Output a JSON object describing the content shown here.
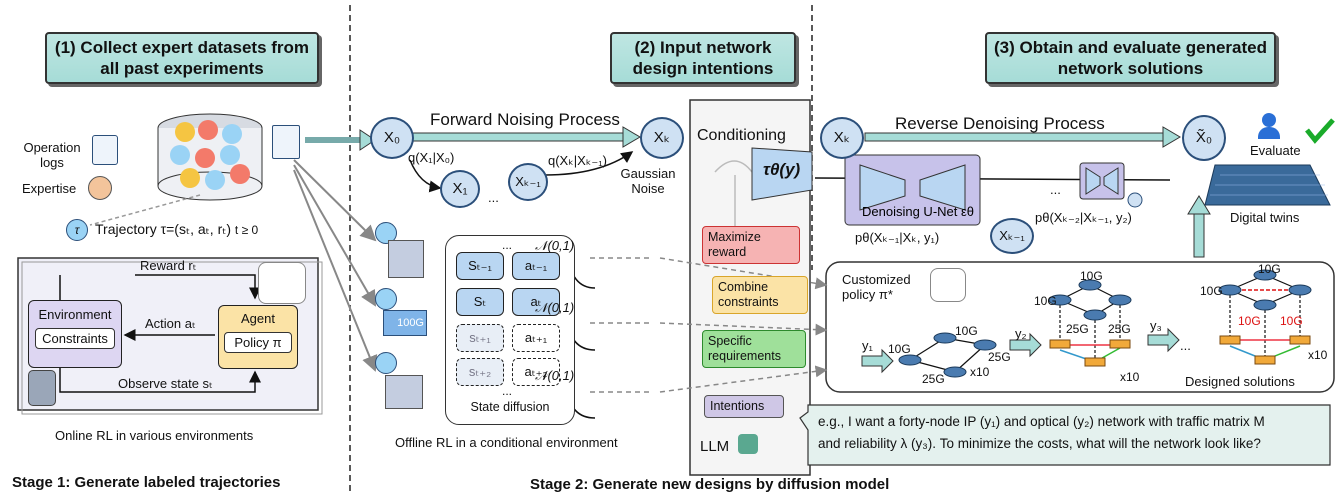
{
  "stage1": {
    "header": "(1) Collect expert datasets from all past experiments",
    "operation_logs": "Operation logs",
    "expertise": "Expertise",
    "trajectory": "Trajectory τ=(sₜ, aₜ, rₜ)",
    "trajectory_sub": "t ≥ 0",
    "reward": "Reward rₜ",
    "action": "Action aₜ",
    "observe": "Observe state sₜ",
    "environment": "Environment",
    "constraints": "Constraints",
    "agent": "Agent",
    "policy": "Policy π",
    "caption": "Online RL in various environments",
    "footer": "Stage 1:  Generate labeled trajectories"
  },
  "stage2": {
    "header": "(2) Input network design intentions",
    "forward": "Forward Noising Process",
    "x0": "X₀",
    "xk": "Xₖ",
    "x1": "X₁",
    "xk1": "Xₖ₋₁",
    "q1": "q(X₁|X₀)",
    "q2": "q(Xₖ|Xₖ₋₁)",
    "gaussian": "Gaussian Noise",
    "dots": "...",
    "normal": "𝒩(0,1)",
    "label_100g": "100G",
    "state_cells": [
      "Sₜ₋₁",
      "aₜ₋₁",
      "Sₜ",
      "aₜ",
      "sₜ₊₁",
      "aₜ₊₁",
      "sₜ₊₂",
      "aₜ₊₂"
    ],
    "state_diffusion": "State diffusion",
    "caption": "Offline RL in a conditional environment",
    "conditioning": "Conditioning",
    "tau_theta": "τθ(y)",
    "maximize": "Maximize reward",
    "combine": "Combine constraints",
    "specific": "Specific requirements",
    "intentions": "Intentions",
    "llm": "LLM",
    "footer": "Stage 2:  Generate new designs by diffusion model"
  },
  "stage3": {
    "header": "(3) Obtain and evaluate generated network solutions",
    "reverse": "Reverse Denoising Process",
    "xk": "Xₖ",
    "x0t": "X̃₀",
    "xk1": "Xₖ₋₁",
    "unet": "Denoising U-Net εθ",
    "p1": "pθ(Xₖ₋₁|Xₖ, y₁)",
    "p2": "pθ(Xₖ₋₂|Xₖ₋₁, y₂)",
    "evaluate": "Evaluate",
    "digital_twins": "Digital twins",
    "customized": "Customized policy π*",
    "y1": "y₁",
    "y2": "y₂",
    "y3": "y₃",
    "g10": "10G",
    "g25": "25G",
    "x10": "x10",
    "designed": "Designed solutions",
    "prompt_line1": "e.g., I want a forty-node IP (y₁) and optical (y₂)  network with traffic matrix M",
    "prompt_line2": "and reliability λ (y₃). To minimize the costs, what will the network look like?"
  },
  "colors": {
    "teal": "#a6dcd7",
    "blue_node": "#cfe1f3",
    "red_box": "#f6b3b3",
    "orange_box": "#fbe3a6",
    "green_box": "#9fe09a",
    "purple_box": "#cfc7e6",
    "unet": "#c7c2ea"
  }
}
